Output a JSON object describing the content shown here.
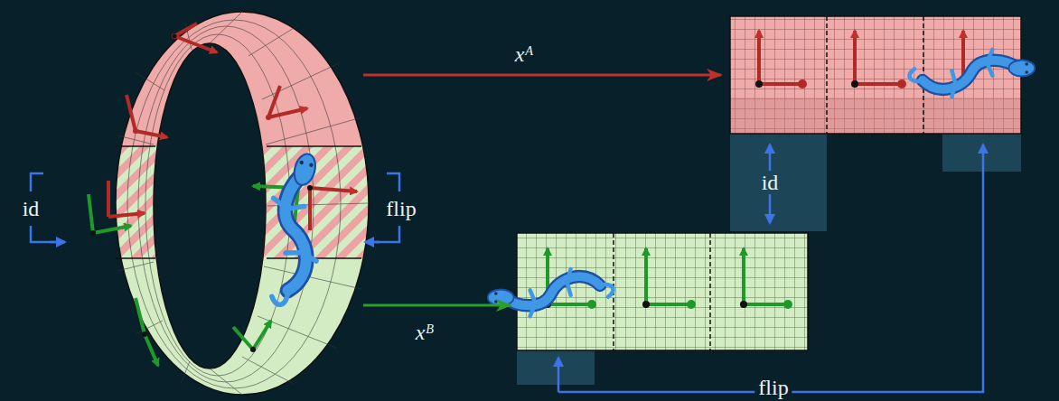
{
  "diagram": {
    "labels": [
      "xᴬ",
      "xᴮ",
      "id",
      "flip",
      "id",
      "flip"
    ]
  }
}
